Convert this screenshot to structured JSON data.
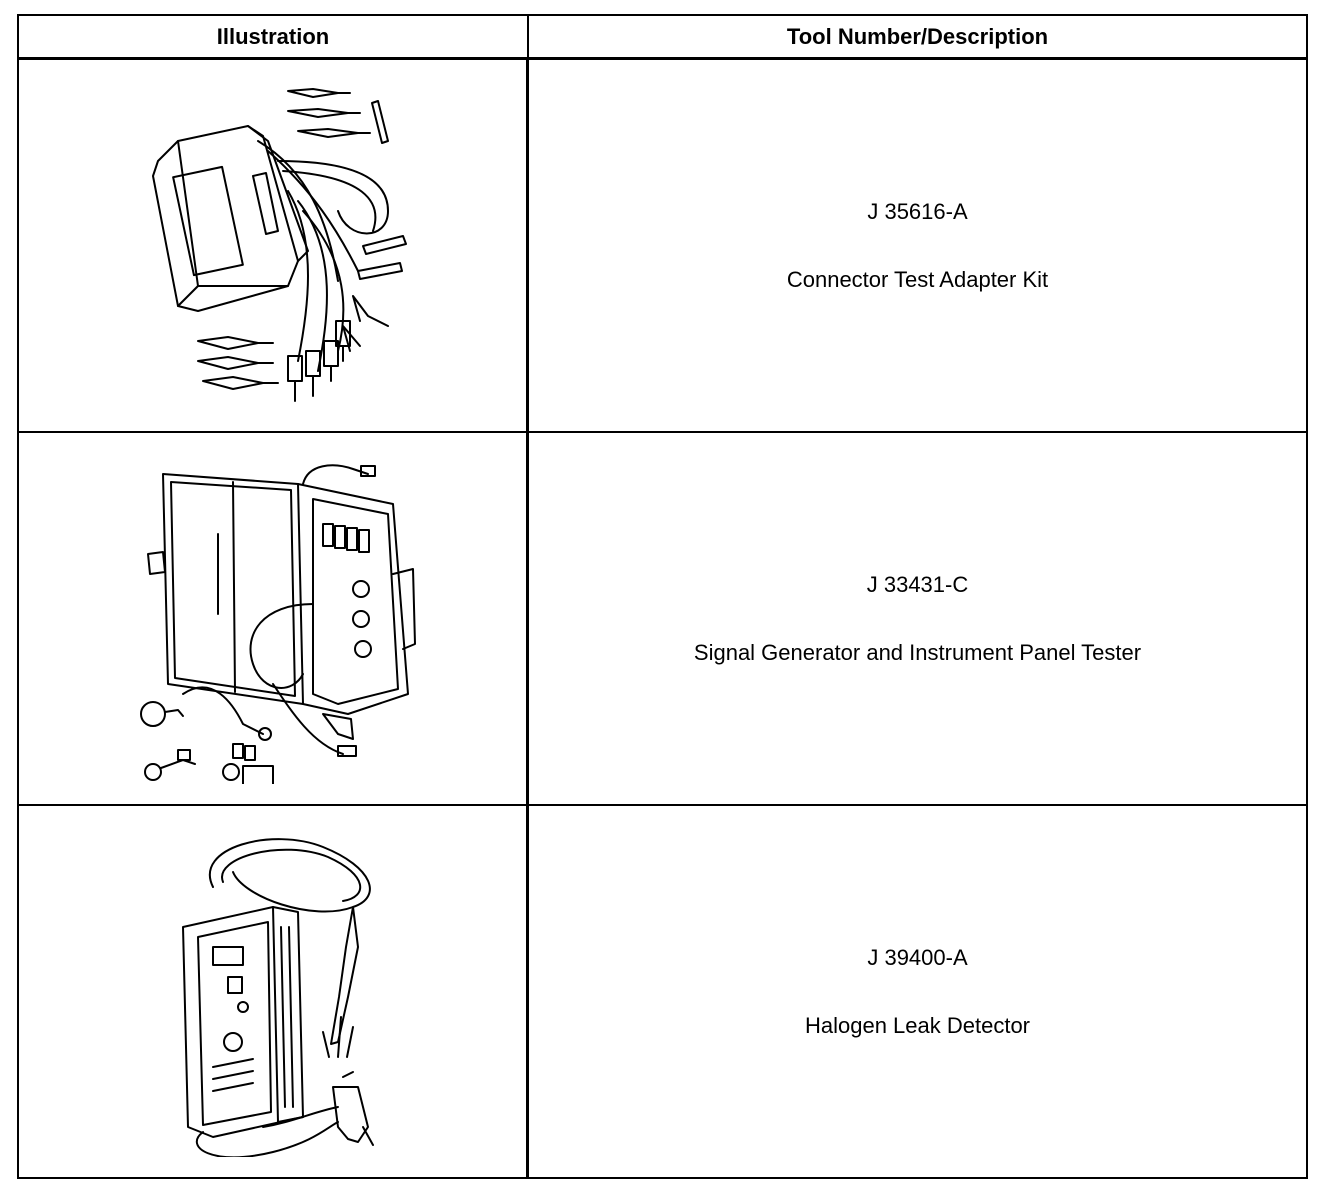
{
  "table": {
    "headers": {
      "illustration": "Illustration",
      "tool": "Tool Number/Description"
    },
    "rows": [
      {
        "tool_number": "J 35616-A",
        "description": "Connector Test Adapter Kit",
        "illustration_icon": "connector-test-adapter-kit-icon"
      },
      {
        "tool_number": "J 33431-C",
        "description": "Signal Generator and Instrument Panel Tester",
        "illustration_icon": "signal-generator-tester-icon"
      },
      {
        "tool_number": "J 39400-A",
        "description": "Halogen Leak Detector",
        "illustration_icon": "halogen-leak-detector-icon"
      }
    ]
  }
}
